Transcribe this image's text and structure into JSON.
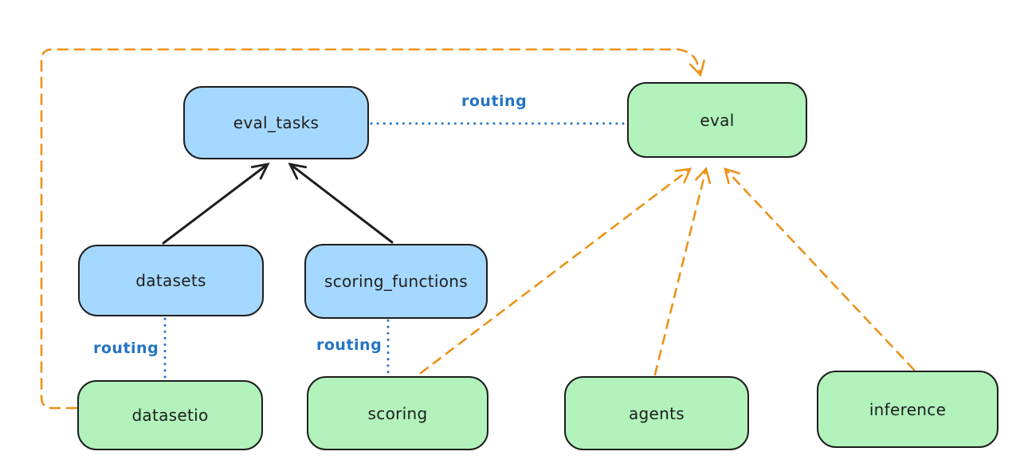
{
  "diagram": {
    "nodes": [
      {
        "id": "eval_tasks",
        "label": "eval_tasks",
        "fill": "#a5d8ff"
      },
      {
        "id": "eval",
        "label": "eval",
        "fill": "#b2f2bb"
      },
      {
        "id": "datasets",
        "label": "datasets",
        "fill": "#a5d8ff"
      },
      {
        "id": "scoring_functions",
        "label": "scoring_functions",
        "fill": "#a5d8ff"
      },
      {
        "id": "datasetio",
        "label": "datasetio",
        "fill": "#b2f2bb"
      },
      {
        "id": "scoring",
        "label": "scoring",
        "fill": "#b2f2bb"
      },
      {
        "id": "agents",
        "label": "agents",
        "fill": "#b2f2bb"
      },
      {
        "id": "inference",
        "label": "inference",
        "fill": "#b2f2bb"
      }
    ],
    "edge_labels": [
      {
        "id": "routing-top",
        "text": "routing"
      },
      {
        "id": "routing-datasets",
        "text": "routing"
      },
      {
        "id": "routing-scoring",
        "text": "routing"
      }
    ],
    "edges": [
      {
        "from": "datasets",
        "to": "eval_tasks",
        "style": "solid-black-arrow"
      },
      {
        "from": "scoring_functions",
        "to": "eval_tasks",
        "style": "solid-black-arrow"
      },
      {
        "from": "eval_tasks",
        "to": "eval",
        "style": "dotted-blue",
        "label": "routing"
      },
      {
        "from": "datasets",
        "to": "datasetio",
        "style": "dotted-blue",
        "label": "routing"
      },
      {
        "from": "scoring_functions",
        "to": "scoring",
        "style": "dotted-blue",
        "label": "routing"
      },
      {
        "from": "scoring",
        "to": "eval",
        "style": "dashed-orange-arrow"
      },
      {
        "from": "agents",
        "to": "eval",
        "style": "dashed-orange-arrow"
      },
      {
        "from": "inference",
        "to": "eval",
        "style": "dashed-orange-arrow"
      },
      {
        "from": "datasetio",
        "to": "eval",
        "style": "dashed-orange-arrow-loop"
      }
    ],
    "colors": {
      "blue_fill": "#a5d8ff",
      "green_fill": "#b2f2bb",
      "stroke": "#1e1e1e",
      "orange": "#ec9218",
      "routing_blue": "#2474c4",
      "background": "#ffffff"
    }
  }
}
